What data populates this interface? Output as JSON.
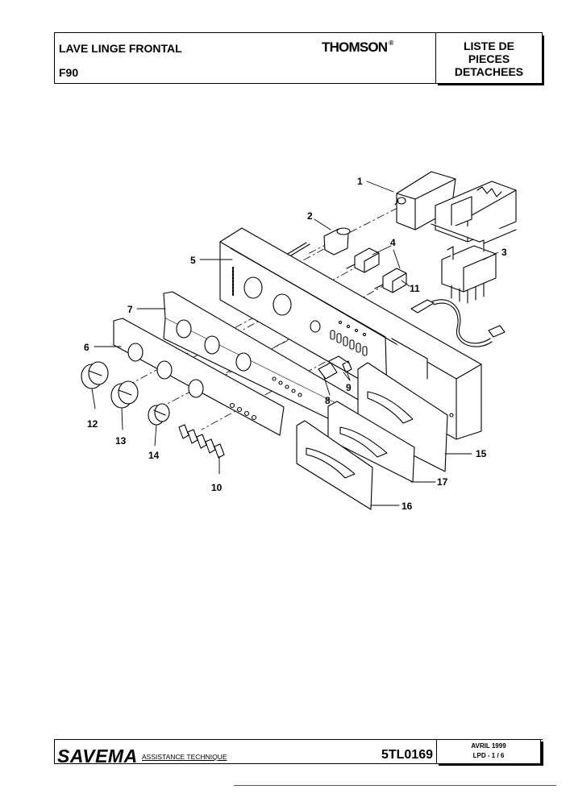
{
  "header": {
    "title": "LAVE LINGE FRONTAL",
    "model": "F90",
    "brand": "THOMSON",
    "brand_mark": "®",
    "doc_type_lines": [
      "LISTE DE",
      "PIECES",
      "DETACHEES"
    ]
  },
  "drawing": {
    "callouts": [
      "1",
      "2",
      "3",
      "4",
      "5",
      "6",
      "7",
      "8",
      "9",
      "10",
      "11",
      "12",
      "13",
      "14",
      "15",
      "16",
      "17"
    ]
  },
  "footer": {
    "company": "SAVEMA",
    "subtitle": "ASSISTANCE TECHNIQUE",
    "doc_code": "5TL0169",
    "date": "AVRIL 1999",
    "page": "LPD -   1 / 6"
  }
}
